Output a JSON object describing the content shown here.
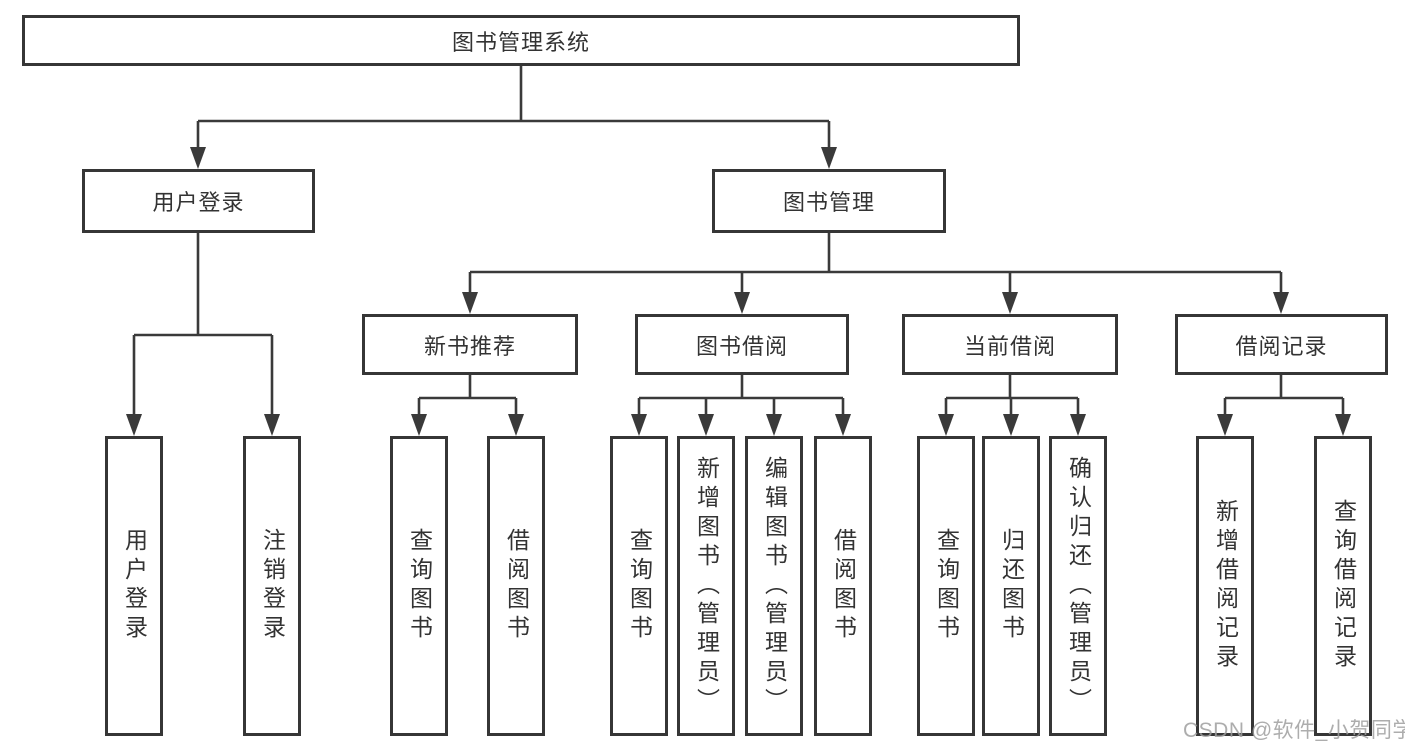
{
  "colors": {
    "line": "#3a3a3a",
    "box_border": "#363636",
    "text": "#333333",
    "watermark": "#9f9f9f"
  },
  "tree": {
    "root": {
      "label": "图书管理系统"
    },
    "branches": [
      {
        "label": "用户登录",
        "children": [
          {
            "label": "用户登录"
          },
          {
            "label": "注销登录"
          }
        ]
      },
      {
        "label": "图书管理",
        "children": [
          {
            "label": "新书推荐",
            "children": [
              {
                "label": "查询图书"
              },
              {
                "label": "借阅图书"
              }
            ]
          },
          {
            "label": "图书借阅",
            "children": [
              {
                "label": "查询图书"
              },
              {
                "label": "新增图书（管理员）"
              },
              {
                "label": "编辑图书（管理员）"
              },
              {
                "label": "借阅图书"
              }
            ]
          },
          {
            "label": "当前借阅",
            "children": [
              {
                "label": "查询图书"
              },
              {
                "label": "归还图书"
              },
              {
                "label": "确认归还（管理员）"
              }
            ]
          },
          {
            "label": "借阅记录",
            "children": [
              {
                "label": "新增借阅记录"
              },
              {
                "label": "查询借阅记录"
              }
            ]
          }
        ]
      }
    ]
  },
  "watermark": {
    "text": "CSDN @软件_小贺同学"
  }
}
